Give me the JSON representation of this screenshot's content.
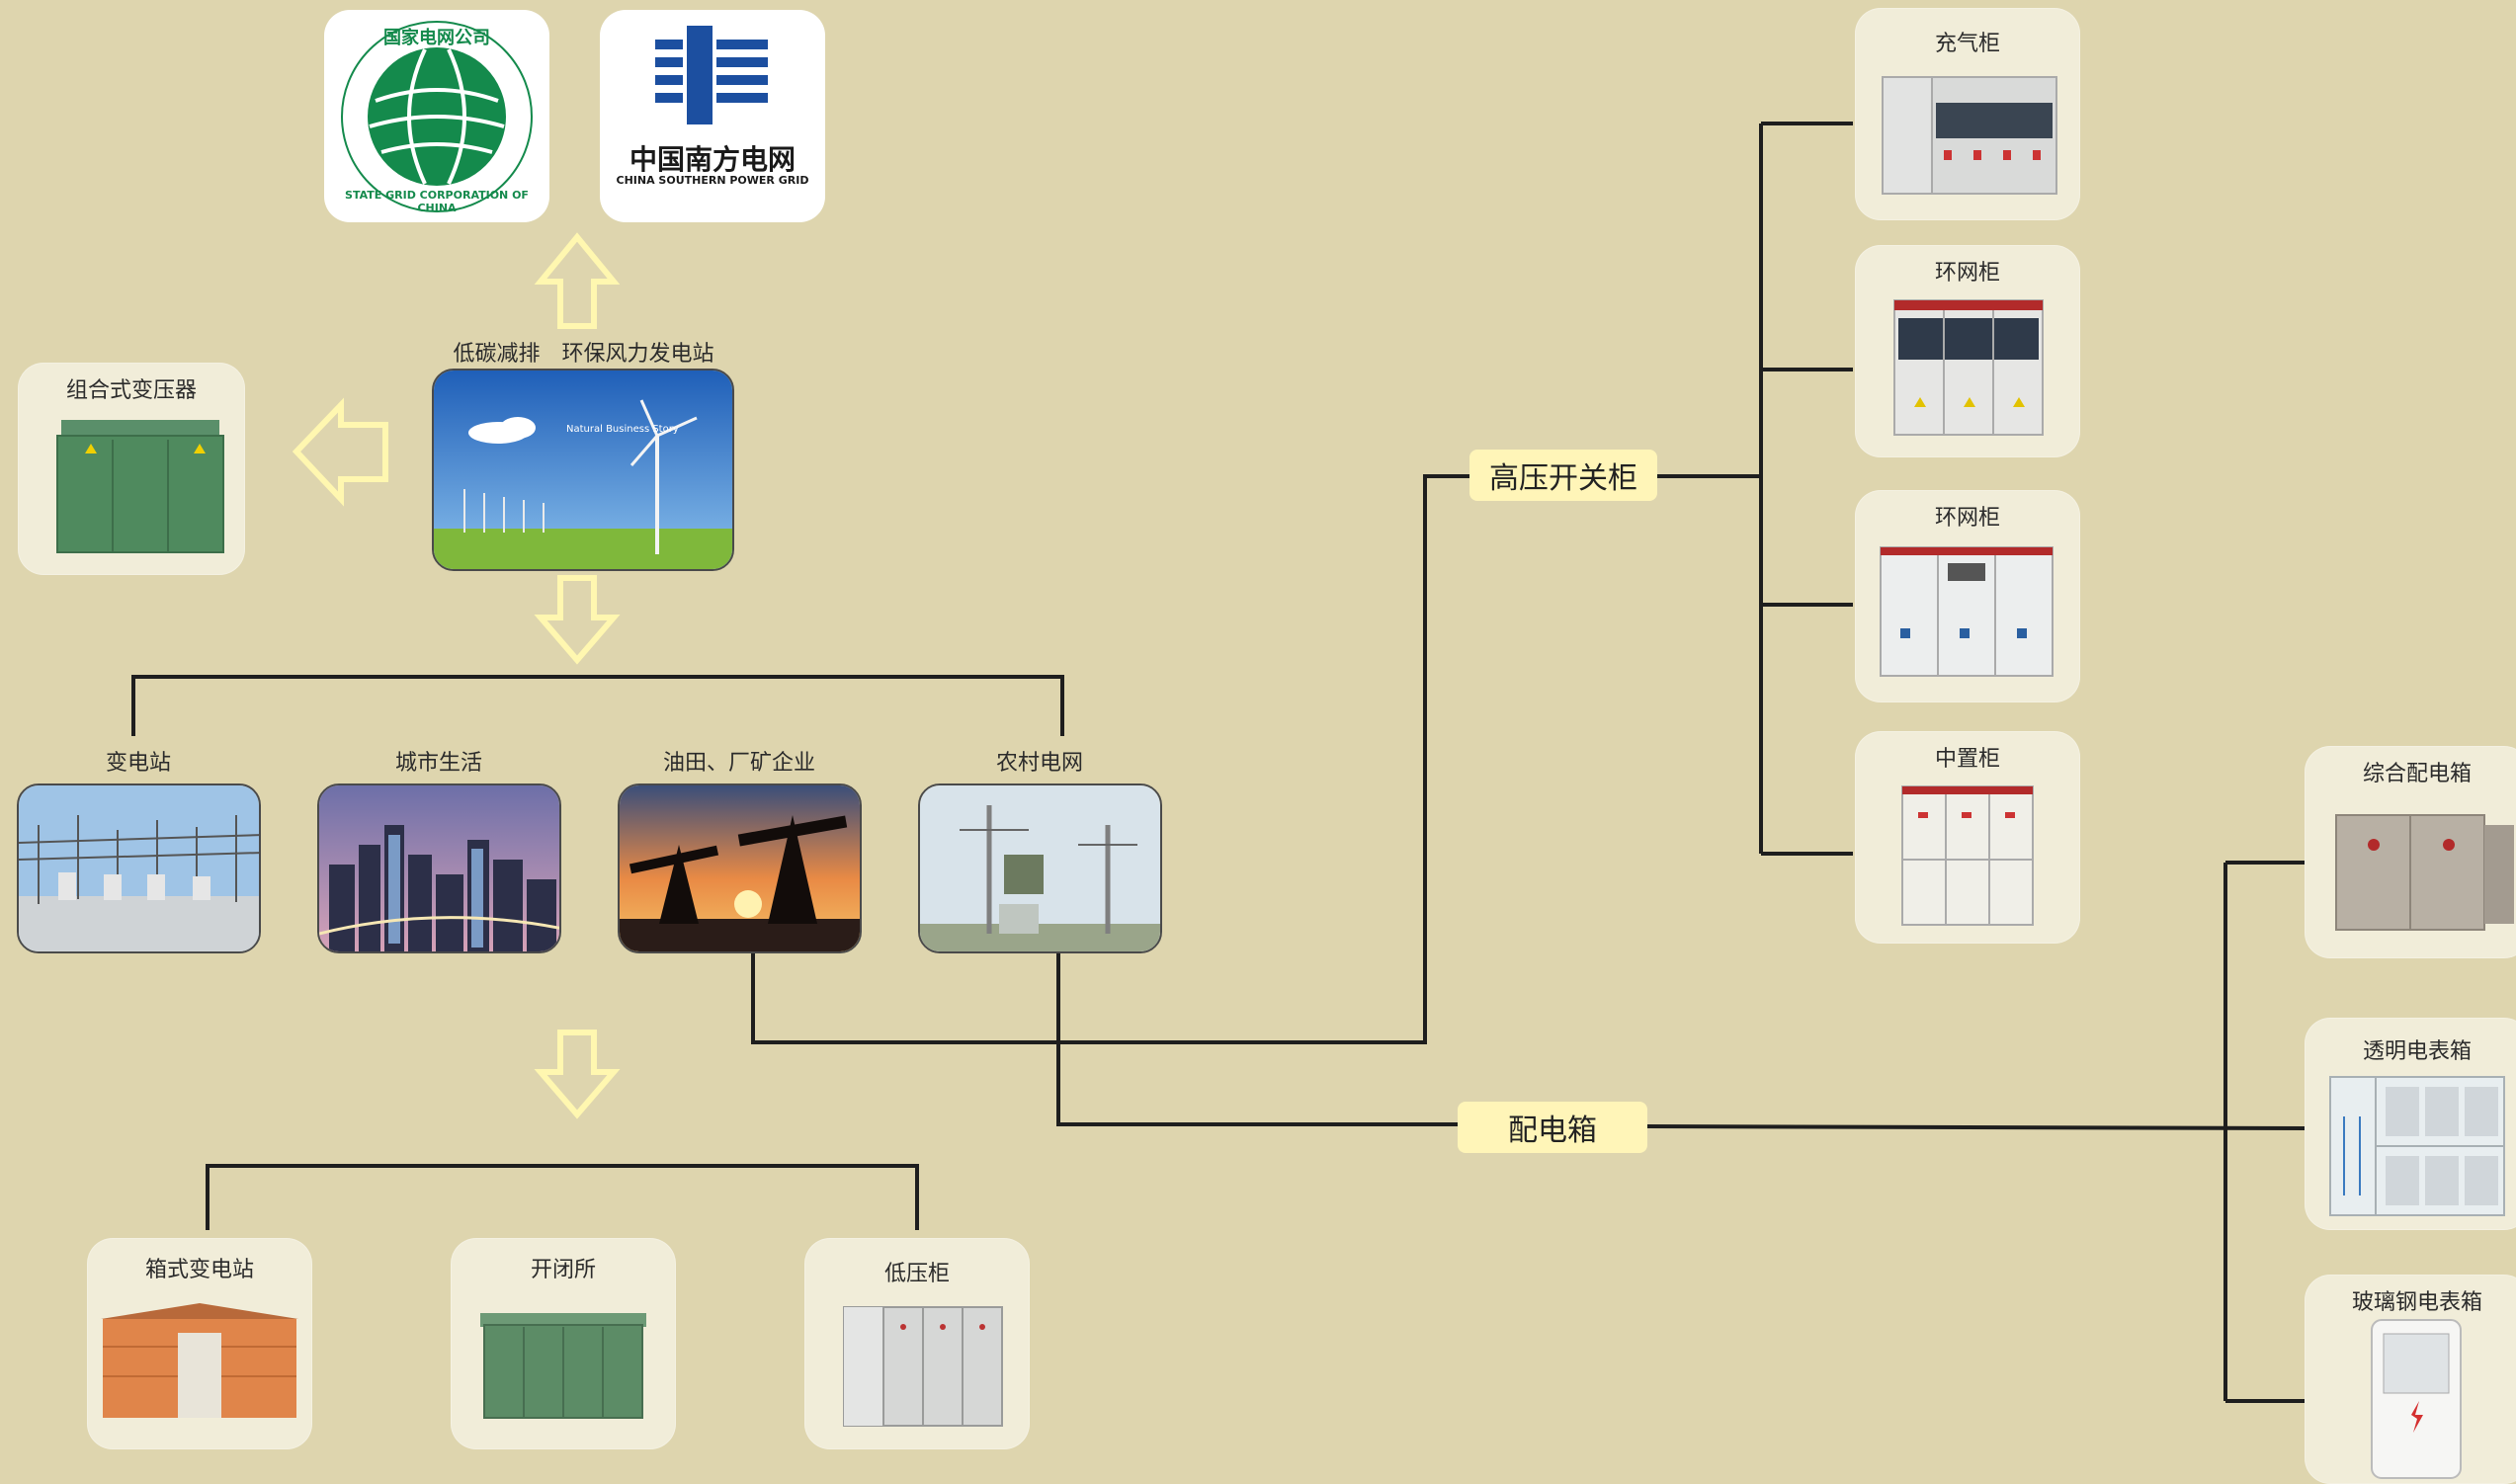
{
  "colors": {
    "background": "#ded5ae",
    "card": "#f1edd9",
    "pill": "#fff5b8",
    "line": "#1e1e1e",
    "arrow": "#fff7b0",
    "state_grid_green": "#148a4c",
    "csg_blue": "#1c4fa0"
  },
  "logos": {
    "state_grid": {
      "ring_text": "国家电网公司",
      "ring_text_en": "STATE GRID CORPORATION OF CHINA"
    },
    "csg": {
      "name_cn": "中国南方电网",
      "name_en": "CHINA SOUTHERN POWER GRID"
    }
  },
  "wind_station": {
    "caption": "低碳减排　环保风力发电站",
    "banner_title": "Natural Business Story"
  },
  "combined_transformer": {
    "label": "组合式变压器"
  },
  "consumers": [
    {
      "label": "变电站"
    },
    {
      "label": "城市生活"
    },
    {
      "label": "油田、厂矿企业"
    },
    {
      "label": "农村电网"
    }
  ],
  "bottom_products": [
    {
      "label": "箱式变电站"
    },
    {
      "label": "开闭所"
    },
    {
      "label": "低压柜"
    }
  ],
  "hv_switchgear": {
    "title": "高压开关柜",
    "items": [
      {
        "label": "充气柜"
      },
      {
        "label": "环网柜"
      },
      {
        "label": "环网柜"
      },
      {
        "label": "中置柜"
      }
    ]
  },
  "distribution_box": {
    "title": "配电箱",
    "items": [
      {
        "label": "综合配电箱"
      },
      {
        "label": "透明电表箱"
      },
      {
        "label": "玻璃钢电表箱"
      }
    ]
  }
}
